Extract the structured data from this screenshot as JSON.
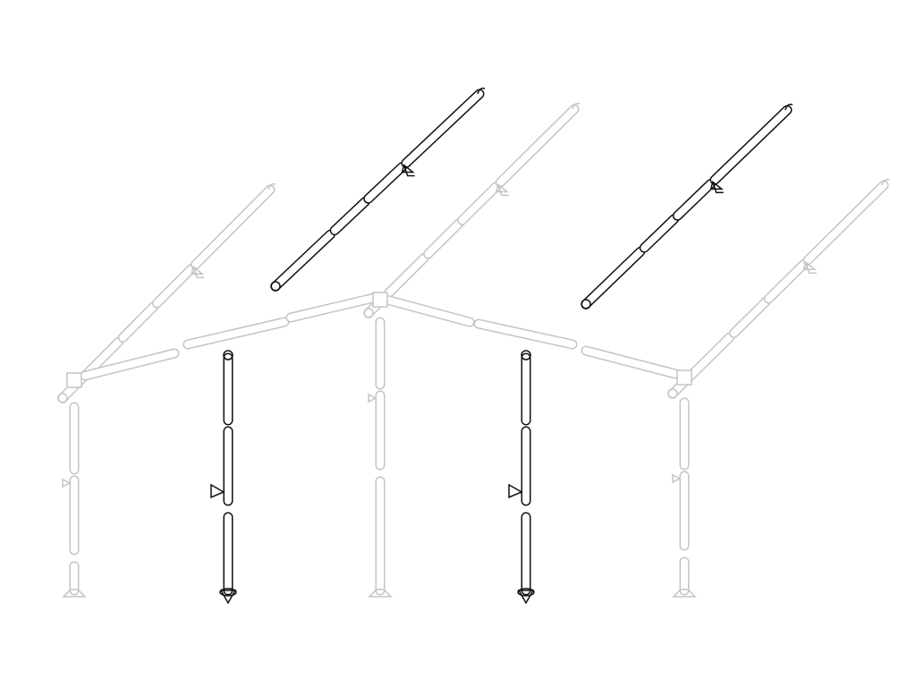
{
  "diagram": {
    "colors": {
      "highlighted_parts": "#111111",
      "faded_parts": "#c4c4c4",
      "background": "#ffffff"
    },
    "highlighted_components": [
      "rafter",
      "rafter",
      "leg",
      "leg"
    ]
  }
}
